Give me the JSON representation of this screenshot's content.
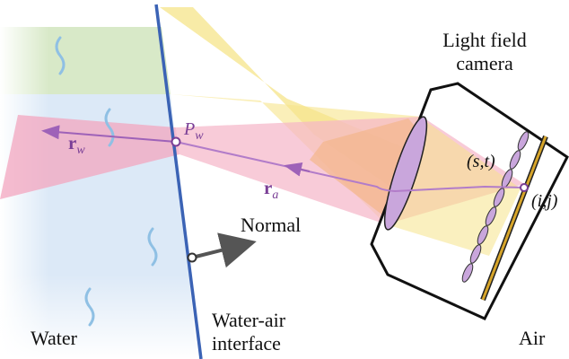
{
  "labels": {
    "camera_line1": "Light field",
    "camera_line2": "camera",
    "pw_main": "P",
    "pw_sub": "w",
    "rw_main": "r",
    "rw_sub": "w",
    "ra_main": "r",
    "ra_sub": "a",
    "st": "(s,t)",
    "ij": "(i,j)",
    "normal": "Normal",
    "water": "Water",
    "interface_line1": "Water-air",
    "interface_line2": "interface",
    "air": "Air"
  },
  "colors": {
    "water_blue": "#dce9f7",
    "water_green": "#d8e9c8",
    "interface": "#3b63b5",
    "ray_purple": "#b27cc9",
    "ray_point": "#7a3f96",
    "beam_pink": "#f5b5c8",
    "beam_yellow": "#f6e48a",
    "beam_orange": "#f4b78b",
    "lens_fill": "#c9a6dc",
    "sensor": "#d7a52a",
    "normal_arrow": "#555555",
    "wave": "#8fc0e4"
  }
}
